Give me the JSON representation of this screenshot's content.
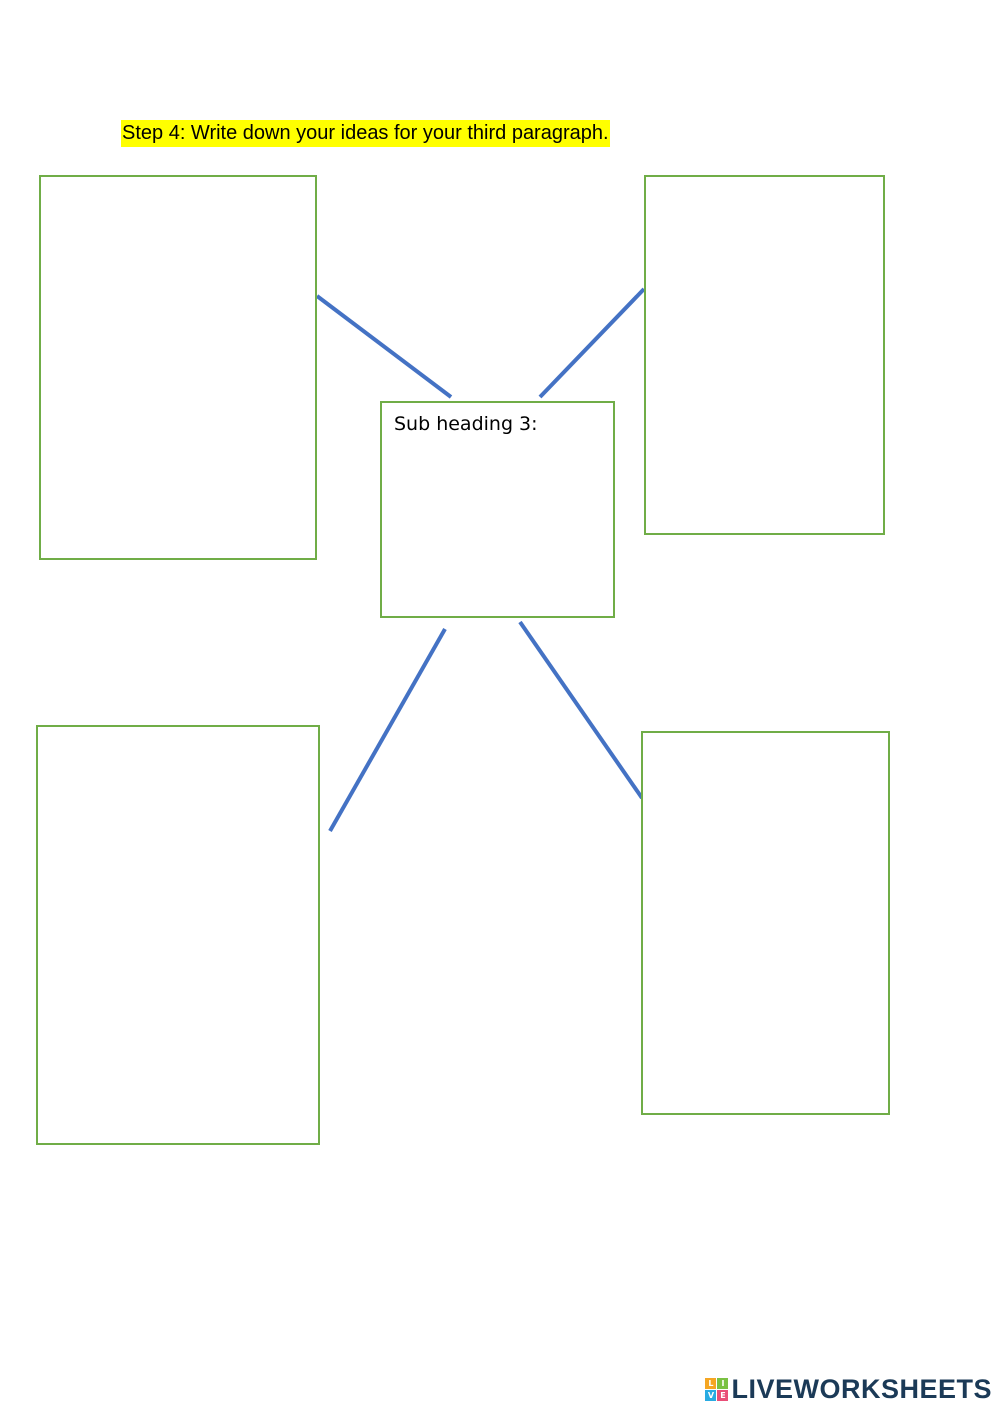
{
  "instruction": "Step 4: Write down your ideas for your third paragraph.",
  "center_box": {
    "label": "Sub heading 3:"
  },
  "colors": {
    "box_border": "#70ad47",
    "connector": "#4472c4",
    "highlight": "#ffff00"
  },
  "footer": {
    "logo_letters": [
      "L",
      "I",
      "V",
      "E"
    ],
    "logo_text": "LIVEWORKSHEETS"
  }
}
